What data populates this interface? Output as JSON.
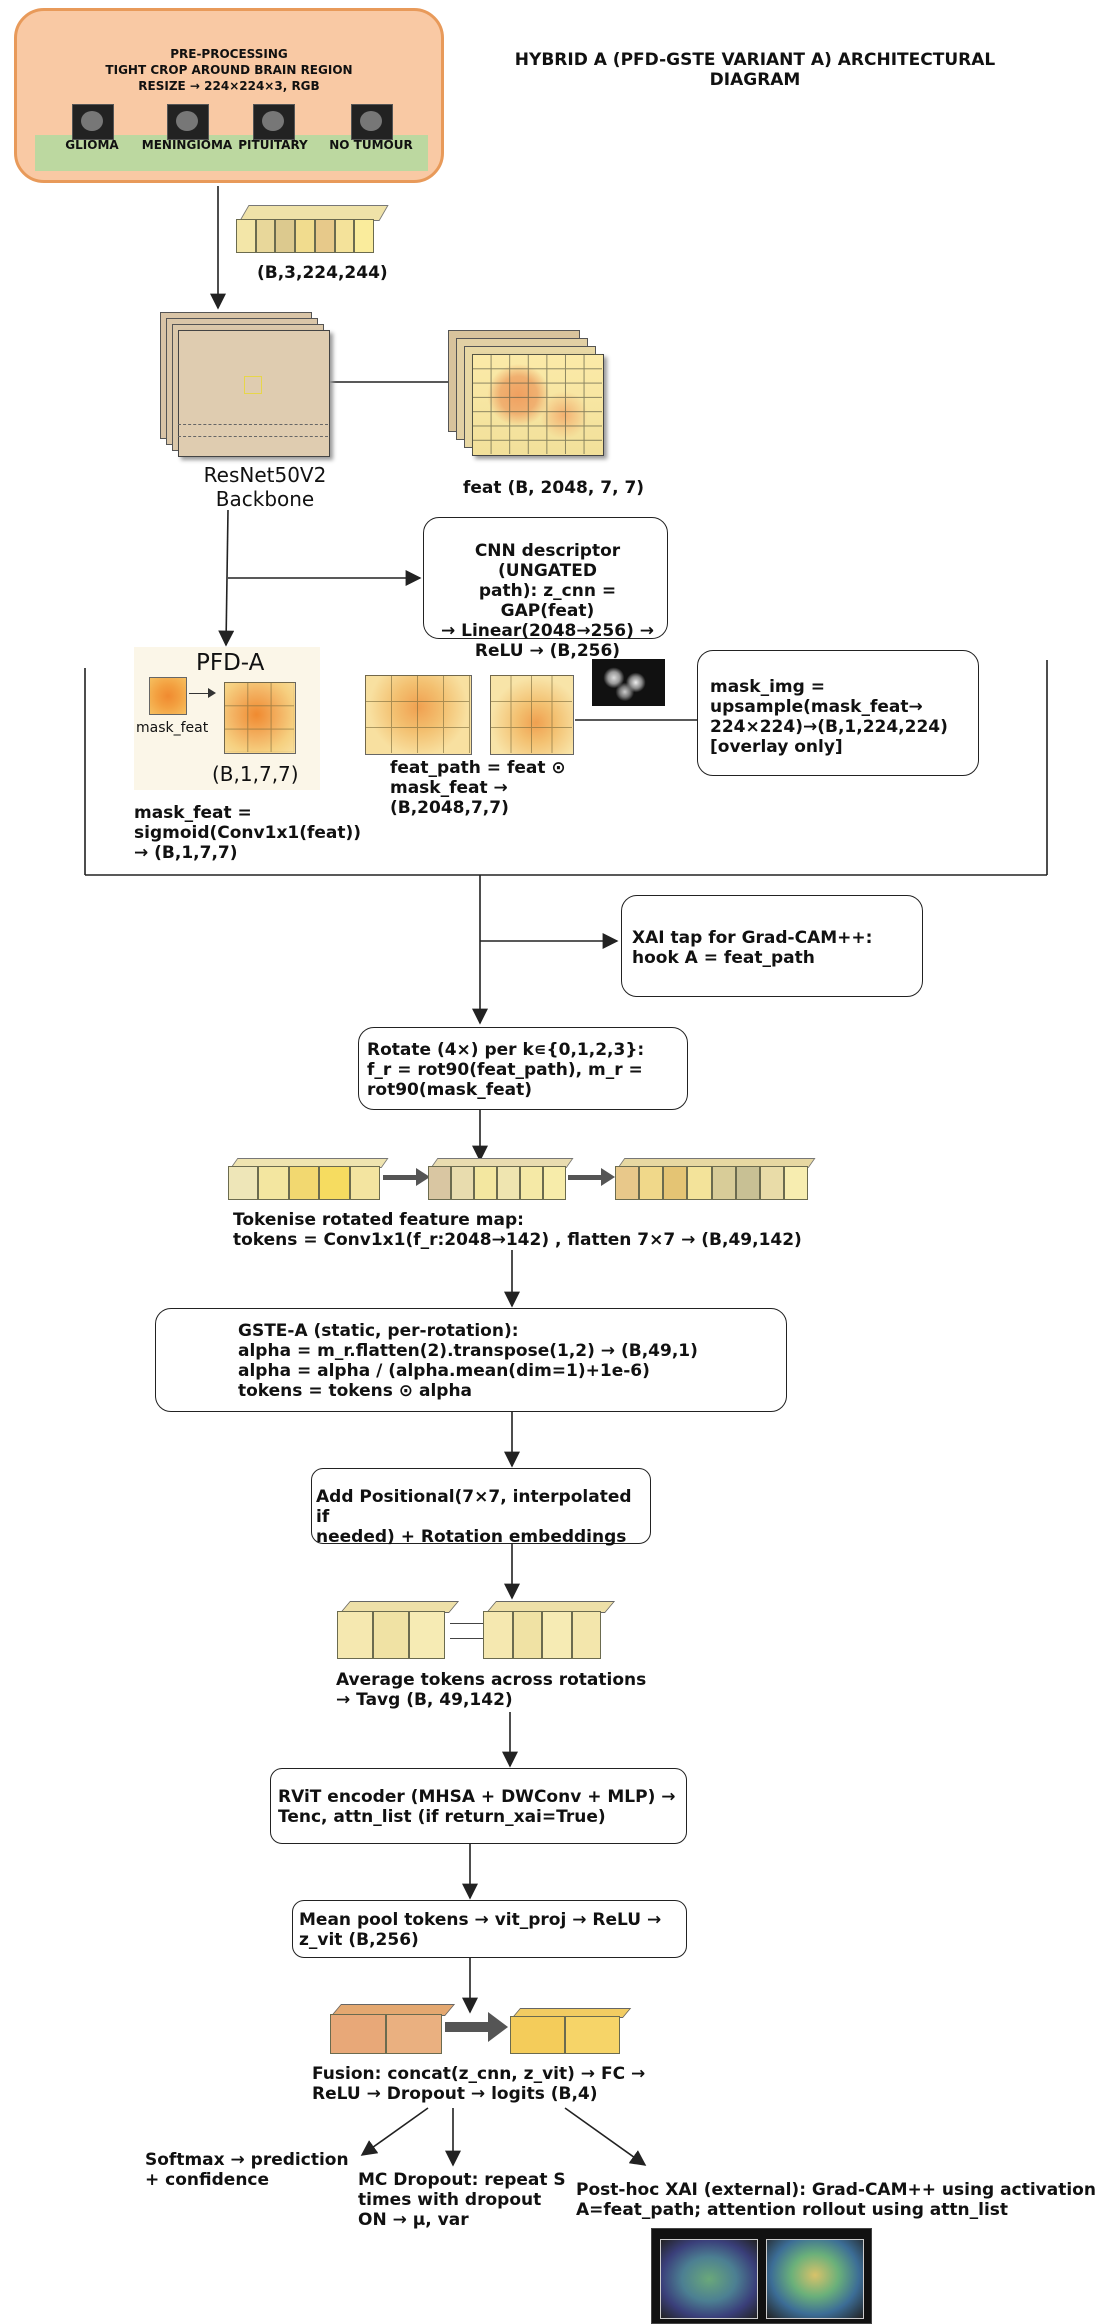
{
  "title": "HYBRID A (PFD-GSTE VARIANT A) ARCHITECTURAL\nDIAGRAM",
  "preprocessing": {
    "line1": "PRE-PROCESSING",
    "line2": "TIGHT CROP AROUND BRAIN REGION",
    "line3": "RESIZE → 224×224×3, RGB",
    "classes": [
      "GLIOMA",
      "MENINGIOMA",
      "PITUITARY",
      "NO TUMOUR"
    ]
  },
  "input_shape": "(B,3,224,244)",
  "backbone": "ResNet50V2\nBackbone",
  "feat_label": "feat (B, 2048, 7, 7)",
  "cnn_descriptor": "CNN descriptor (UNGATED\npath): z_cnn = GAP(feat)\n→ Linear(2048→256) →\nReLU  → (B,256)",
  "pfd": {
    "title": "PFD-A",
    "mask_label": "mask_feat",
    "shape": "(B,1,7,7)",
    "mask_feat_text": "mask_feat =\nsigmoid(Conv1x1(feat))\n→ (B,1,7,7)",
    "feat_path_text": "feat_path = feat ⊙\nmask_feat →\n(B,2048,7,7)",
    "mask_img_text": "mask_img  =\nupsample(mask_feat→\n224×224)→(B,1,224,224)\n[overlay only]"
  },
  "xai_tap": "XAI tap for Grad-CAM++:\nhook A = feat_path",
  "rotate": "Rotate (4×) per k∊{0,1,2,3}:\n  f_r = rot90(feat_path),  m_r =\nrot90(mask_feat)",
  "tokenise": "Tokenise rotated feature map:\n   tokens = Conv1x1(f_r:2048→142) , flatten 7×7 → (B,49,142)",
  "gste": "GSTE-A (static, per-rotation):\n   alpha = m_r.flatten(2).transpose(1,2) → (B,49,1)\n   alpha = alpha / (alpha.mean(dim=1)+1e-6)\n   tokens = tokens ⊙ alpha",
  "positional": "Add Positional(7×7, interpolated if\n needed) + Rotation embeddings",
  "average": "Average tokens across rotations\n→ Tavg (B, 49,142)",
  "rvit": "RViT encoder (MHSA + DWConv +   MLP) →\nTenc, attn_list (if return_xai=True)",
  "meanpool": "Mean pool tokens → vit_proj → ReLU →\nz_vit (B,256)",
  "fusion": "Fusion: concat(z_cnn, z_vit) → FC →\nReLU → Dropout → logits (B,4)",
  "softmax": "Softmax → prediction\n+ confidence",
  "mc_dropout": "MC Dropout: repeat S\ntimes with dropout\nON → μ, var",
  "posthoc": "Post-hoc XAI (external): Grad-CAM++ using activation\nA=feat_path; attention rollout using attn_list",
  "colors": {
    "pre_fill": "#f9c9a4",
    "pre_border": "#e89a5a",
    "green_band": "#bcd8a0",
    "arrow": "#222222"
  }
}
